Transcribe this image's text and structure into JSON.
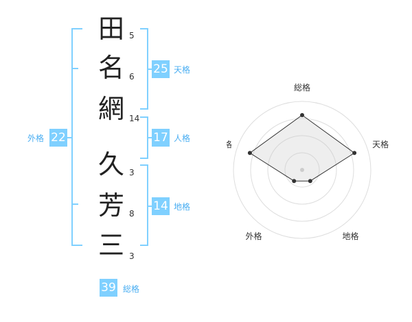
{
  "name": {
    "chars": [
      {
        "char": "田",
        "strokes": "5"
      },
      {
        "char": "名",
        "strokes": "6"
      },
      {
        "char": "網",
        "strokes": "14"
      },
      {
        "char": "久",
        "strokes": "3"
      },
      {
        "char": "芳",
        "strokes": "8"
      },
      {
        "char": "三",
        "strokes": "3"
      }
    ]
  },
  "grades": {
    "tenkaku": {
      "label": "天格",
      "value": "25"
    },
    "jinkaku": {
      "label": "人格",
      "value": "17"
    },
    "chikaku": {
      "label": "地格",
      "value": "14"
    },
    "gaikaku": {
      "label": "外格",
      "value": "22"
    },
    "soukaku": {
      "label": "総格",
      "value": "39"
    }
  },
  "colors": {
    "accent": "#7fd0ff",
    "accent_text": "#4aaef2"
  },
  "chart_data": {
    "type": "radar",
    "axes": [
      "総格",
      "天格",
      "地格",
      "外格",
      "人格"
    ],
    "values": [
      4,
      4,
      1,
      1,
      4
    ],
    "range": [
      0,
      5
    ],
    "rings": 4
  }
}
